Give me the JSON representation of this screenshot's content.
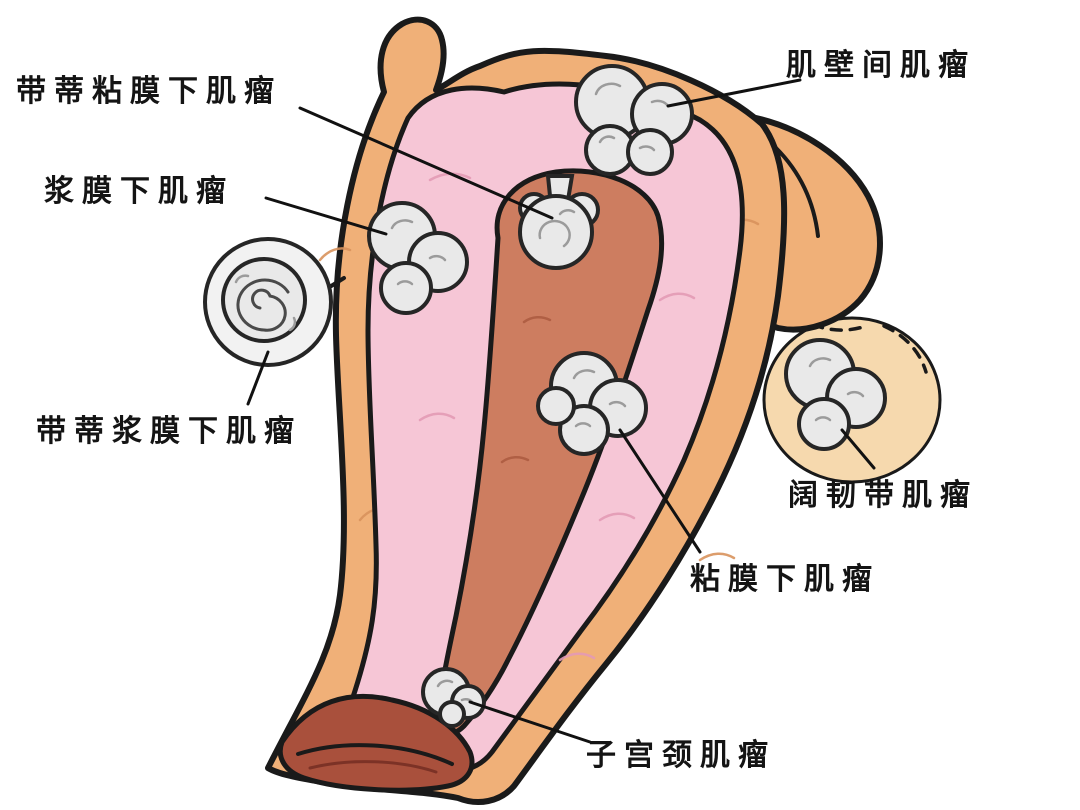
{
  "labels": [
    {
      "id": "pedunculated-submucosal",
      "text": "带蒂粘膜下肌瘤"
    },
    {
      "id": "intramural",
      "text": "肌壁间肌瘤"
    },
    {
      "id": "subserosal",
      "text": "浆膜下肌瘤"
    },
    {
      "id": "pedunculated-subserosal",
      "text": "带蒂浆膜下肌瘤"
    },
    {
      "id": "broad-ligament",
      "text": "阔韧带肌瘤"
    },
    {
      "id": "submucosal",
      "text": "粘膜下肌瘤"
    },
    {
      "id": "cervical",
      "text": "子宫颈肌瘤"
    }
  ],
  "colors": {
    "outer": "#f0b078",
    "inner": "#f6c6d6",
    "cavity": "#cd7d60",
    "fibroid": "#e9e9e9",
    "fibroidlight": "#f2f2f2",
    "lips": "#a9503c",
    "tan": "#f6d9ae",
    "line": "#1a1a1a"
  }
}
